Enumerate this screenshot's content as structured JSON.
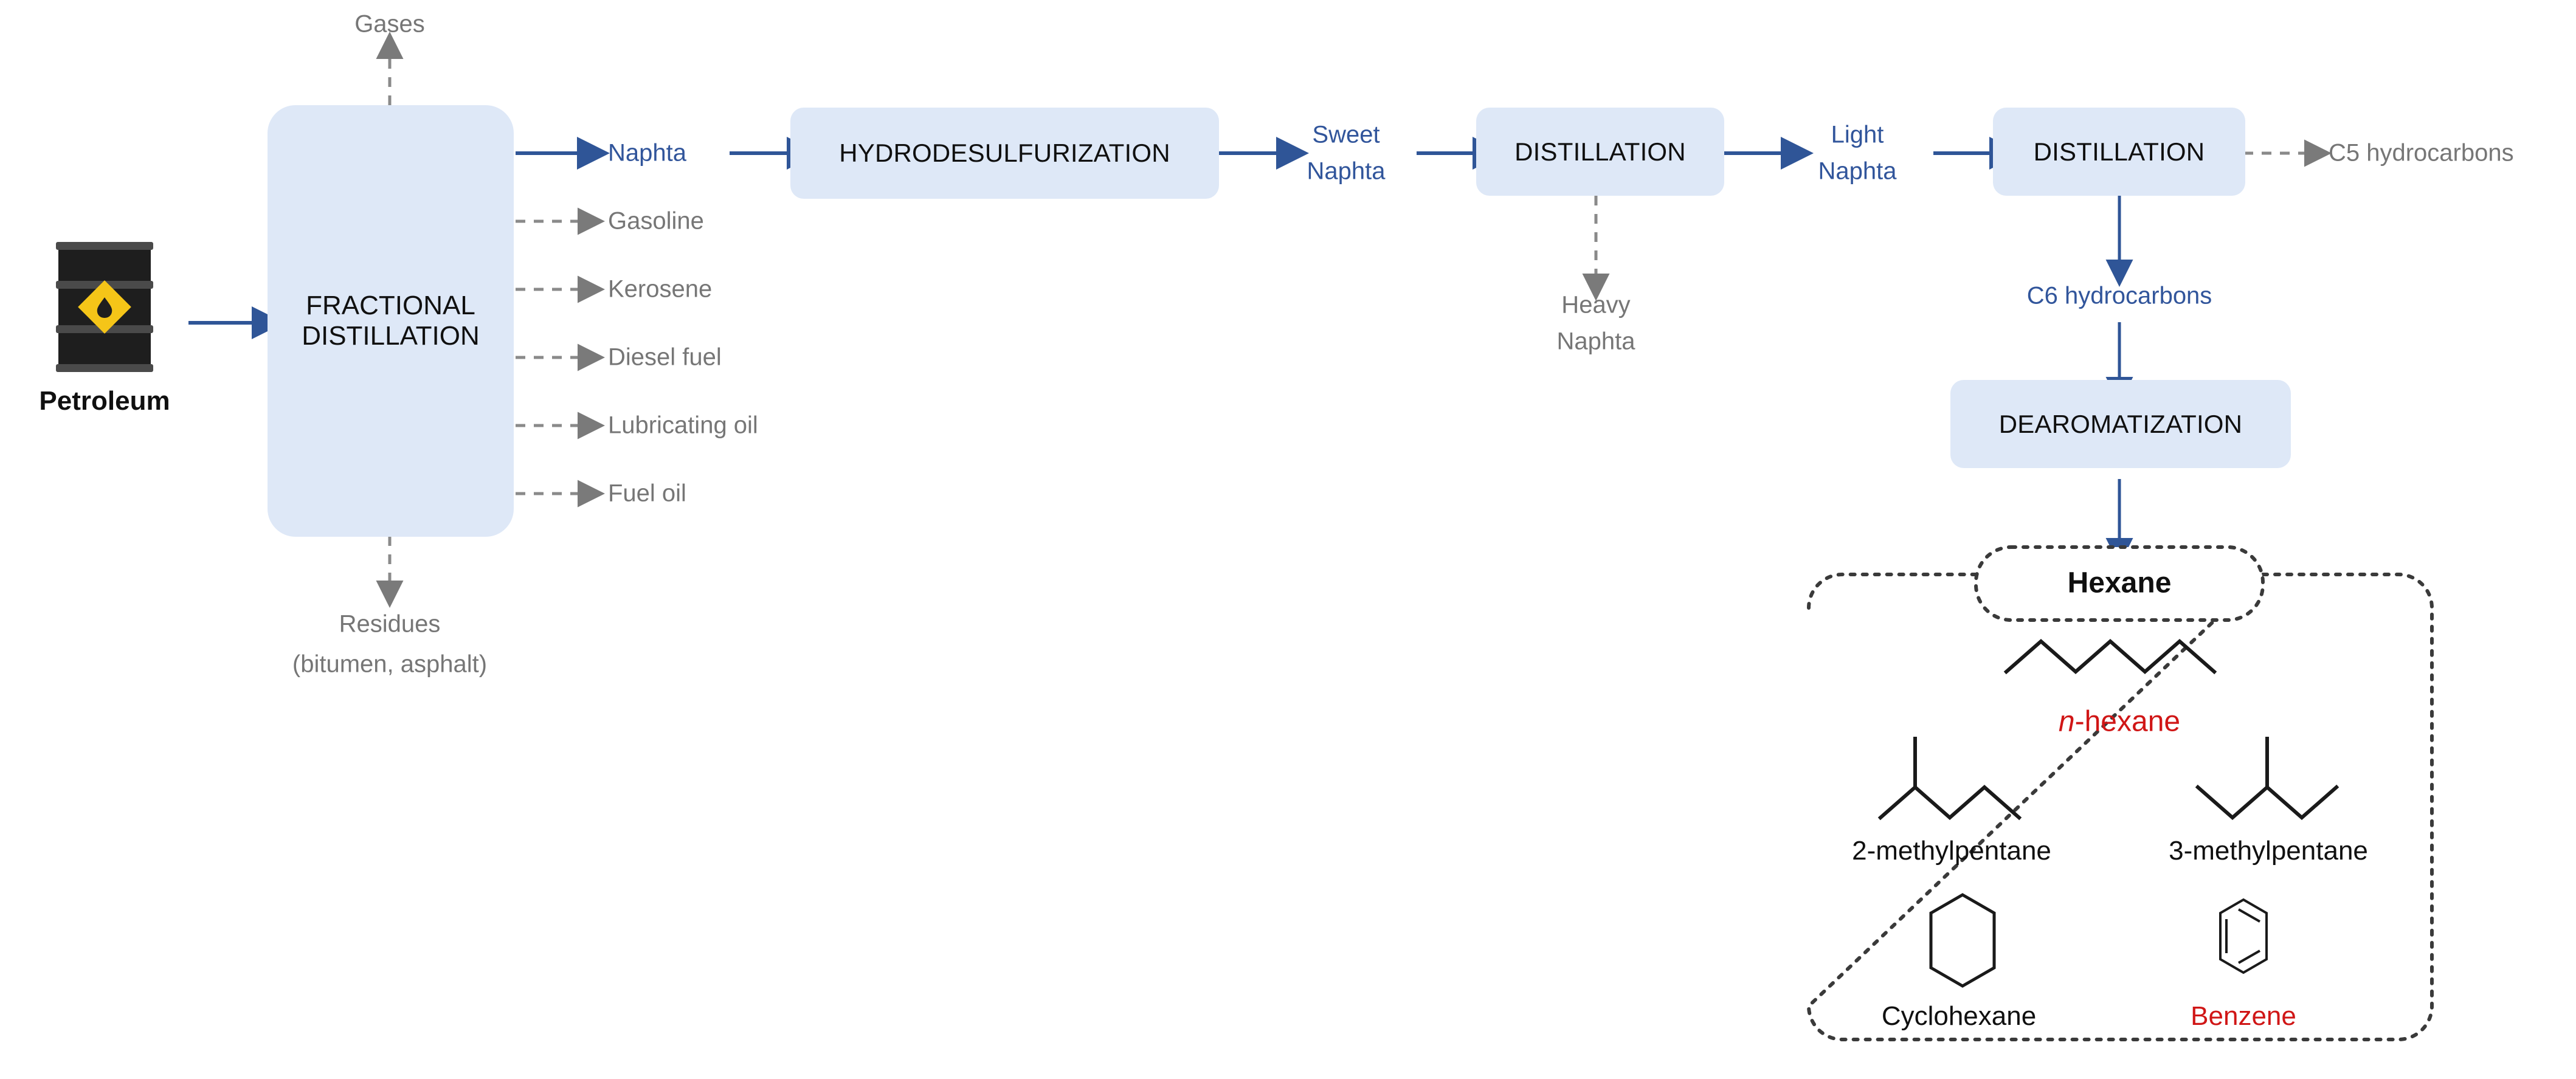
{
  "diagram": {
    "title": "Petroleum refining to hexane isomers process flow",
    "colors": {
      "process_box_fill": "#DEE8F7",
      "primary_stream": "#31559B",
      "secondary_stream": "#767676",
      "highlight": "#D01616",
      "barrel_body": "#1E1E1E",
      "barrel_band": "#4A4A4A",
      "barrel_emblem": "#F5C518"
    }
  },
  "feed": {
    "icon": "oil-barrel-icon",
    "label": "Petroleum"
  },
  "processes": {
    "fractional_distillation": "FRACTIONAL\nDISTILLATION",
    "fractional_distillation_line1": "FRACTIONAL",
    "fractional_distillation_line2": "DISTILLATION",
    "hydrodesulfurization": "HYDRODESULFURIZATION",
    "distillation_1": "DISTILLATION",
    "distillation_2": "DISTILLATION",
    "dearomatization": "DEAROMATIZATION"
  },
  "fractions": {
    "top_vent": "Gases",
    "bottom_vent_line1": "Residues",
    "bottom_vent_line2": "(bitumen, asphalt)",
    "side_cuts": [
      {
        "label": "Naphta",
        "style": "primary"
      },
      {
        "label": "Gasoline",
        "style": "secondary"
      },
      {
        "label": "Kerosene",
        "style": "secondary"
      },
      {
        "label": "Diesel fuel",
        "style": "secondary"
      },
      {
        "label": "Lubricating oil",
        "style": "secondary"
      },
      {
        "label": "Fuel oil",
        "style": "secondary"
      }
    ]
  },
  "streams": {
    "sweet_naphta_line1": "Sweet",
    "sweet_naphta_line2": "Naphta",
    "heavy_naphta_line1": "Heavy",
    "heavy_naphta_line2": "Naphta",
    "light_naphta_line1": "Light",
    "light_naphta_line2": "Naphta",
    "c5_hydrocarbons": "C5 hydrocarbons",
    "c6_hydrocarbons": "C6 hydrocarbons"
  },
  "products": {
    "group_title": "Hexane",
    "items": [
      {
        "name": "n-hexane",
        "prefix": "n",
        "rest": "-hexane",
        "style": "highlight",
        "structure": "zigzag-6-carbon"
      },
      {
        "name": "2-methylpentane",
        "style": "plain",
        "structure": "branched-2-methyl"
      },
      {
        "name": "3-methylpentane",
        "style": "plain",
        "structure": "branched-3-methyl"
      },
      {
        "name": "Cyclohexane",
        "style": "plain",
        "structure": "hexagon-ring"
      },
      {
        "name": "Benzene",
        "style": "highlight",
        "structure": "aromatic-hexagon-ring"
      }
    ]
  }
}
